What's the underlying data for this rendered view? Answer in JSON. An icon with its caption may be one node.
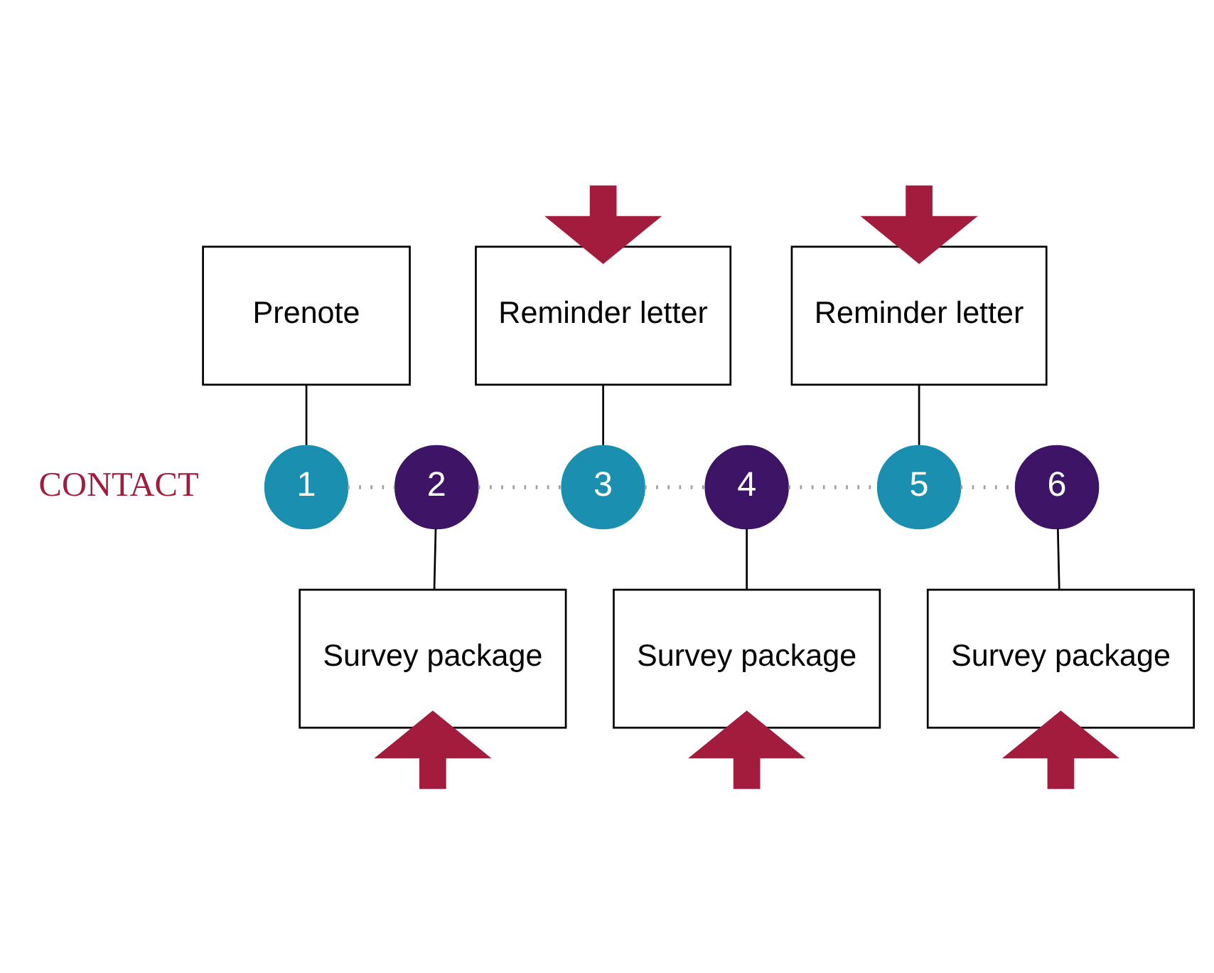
{
  "diagram": {
    "nodes": [
      {
        "text": [
          "Prenote"
        ]
      },
      {
        "text": [
          "Reminder letter"
        ]
      },
      {
        "text": [
          "Reminder letter"
        ]
      },
      {
        "text": [
          "1"
        ]
      },
      {
        "text": [
          "2"
        ]
      },
      {
        "text": [
          "3"
        ]
      },
      {
        "text": [
          "4"
        ]
      },
      {
        "text": [
          "5"
        ]
      },
      {
        "text": [
          "6"
        ]
      },
      {
        "text": [
          "Survey package"
        ]
      },
      {
        "text": [
          "Survey package"
        ]
      },
      {
        "text": [
          "Survey package"
        ]
      }
    ],
    "edges": [
      {
        "from": 0,
        "to": 3,
        "arrow": "none"
      },
      {
        "from": 1,
        "to": 5,
        "arrow": "none"
      },
      {
        "from": 2,
        "to": 7,
        "arrow": "none"
      },
      {
        "from": 4,
        "to": 9,
        "arrow": "none"
      },
      {
        "from": 6,
        "to": 10,
        "arrow": "none"
      },
      {
        "from": 8,
        "to": 11,
        "arrow": "none"
      },
      {
        "from": 3,
        "to": 4,
        "arrow": "none",
        "style": "dashed",
        "color": "#a0a0a0"
      },
      {
        "from": 4,
        "to": 5,
        "arrow": "none",
        "style": "dashed",
        "color": "#a0a0a0"
      },
      {
        "from": 5,
        "to": 6,
        "arrow": "none",
        "style": "dashed",
        "color": "#a0a0a0"
      },
      {
        "from": 6,
        "to": 7,
        "arrow": "none",
        "style": "dashed",
        "color": "#a0a0a0"
      },
      {
        "from": 7,
        "to": 8,
        "arrow": "none",
        "style": "dashed",
        "color": "#a0a0a0"
      },
      {
        "from": null,
        "to": 1,
        "arrow": "to",
        "style": "thick",
        "color": "#a31c3d"
      },
      {
        "from": null,
        "to": 2,
        "arrow": "to",
        "style": "thick",
        "color": "#a31c3d"
      },
      {
        "from": null,
        "to": 9,
        "arrow": "to",
        "style": "thick",
        "color": "#a31c3d"
      },
      {
        "from": null,
        "to": 10,
        "arrow": "to",
        "style": "thick",
        "color": "#a31c3d"
      },
      {
        "from": null,
        "to": 11,
        "arrow": "to",
        "style": "thick",
        "color": "#a31c3d"
      }
    ],
    "labels": [
      "CONTACT"
    ]
  }
}
